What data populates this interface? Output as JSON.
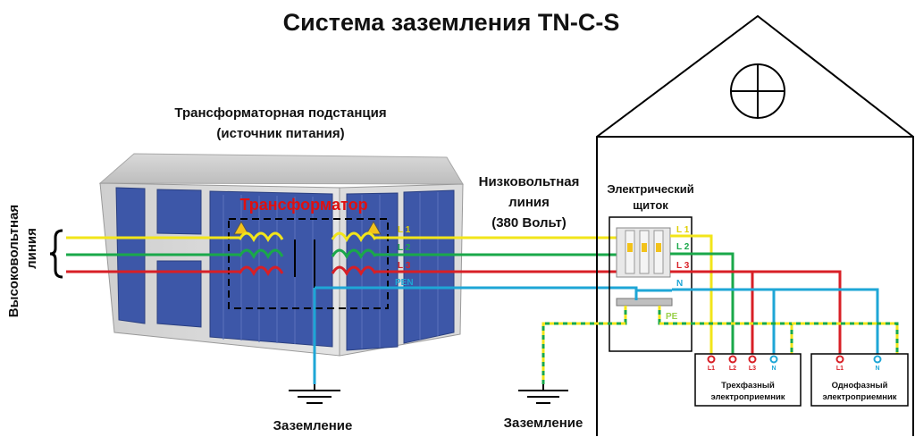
{
  "title": "Система заземления TN-C-S",
  "substation": {
    "label_line1": "Трансформаторная подстанция",
    "label_line2": "(источник питания)",
    "transformer_label": "Трансформатор"
  },
  "high_voltage": {
    "label_line1": "Высоковольтная",
    "label_line2": "линия"
  },
  "low_voltage": {
    "label_line1": "Низковольтная",
    "label_line2": "линия",
    "label_line3": "(380 Вольт)"
  },
  "panel": {
    "label_line1": "Электрический",
    "label_line2": "щиток"
  },
  "wires": {
    "l1": "L 1",
    "l2": "L 2",
    "l3": "L 3",
    "pen": "PEN",
    "n": "N",
    "pe": "PE"
  },
  "three_phase": {
    "label_line1": "Трехфазный",
    "label_line2": "электроприемник",
    "terminals": [
      "L1",
      "L2",
      "L3",
      "N"
    ]
  },
  "single_phase": {
    "label_line1": "Однофазный",
    "label_line2": "электроприемник",
    "terminals": [
      "L1",
      "N"
    ]
  },
  "ground_left": "Заземление",
  "ground_right": "Заземление",
  "colors": {
    "l1": "#f2e51a",
    "l2": "#1aa84a",
    "l3": "#d81f26",
    "n": "#1ea6d6",
    "pe_yellow": "#f2e51a",
    "pe_green": "#1aa84a",
    "transformer_label": "#e01010",
    "substation_body": "#3d57a8"
  }
}
